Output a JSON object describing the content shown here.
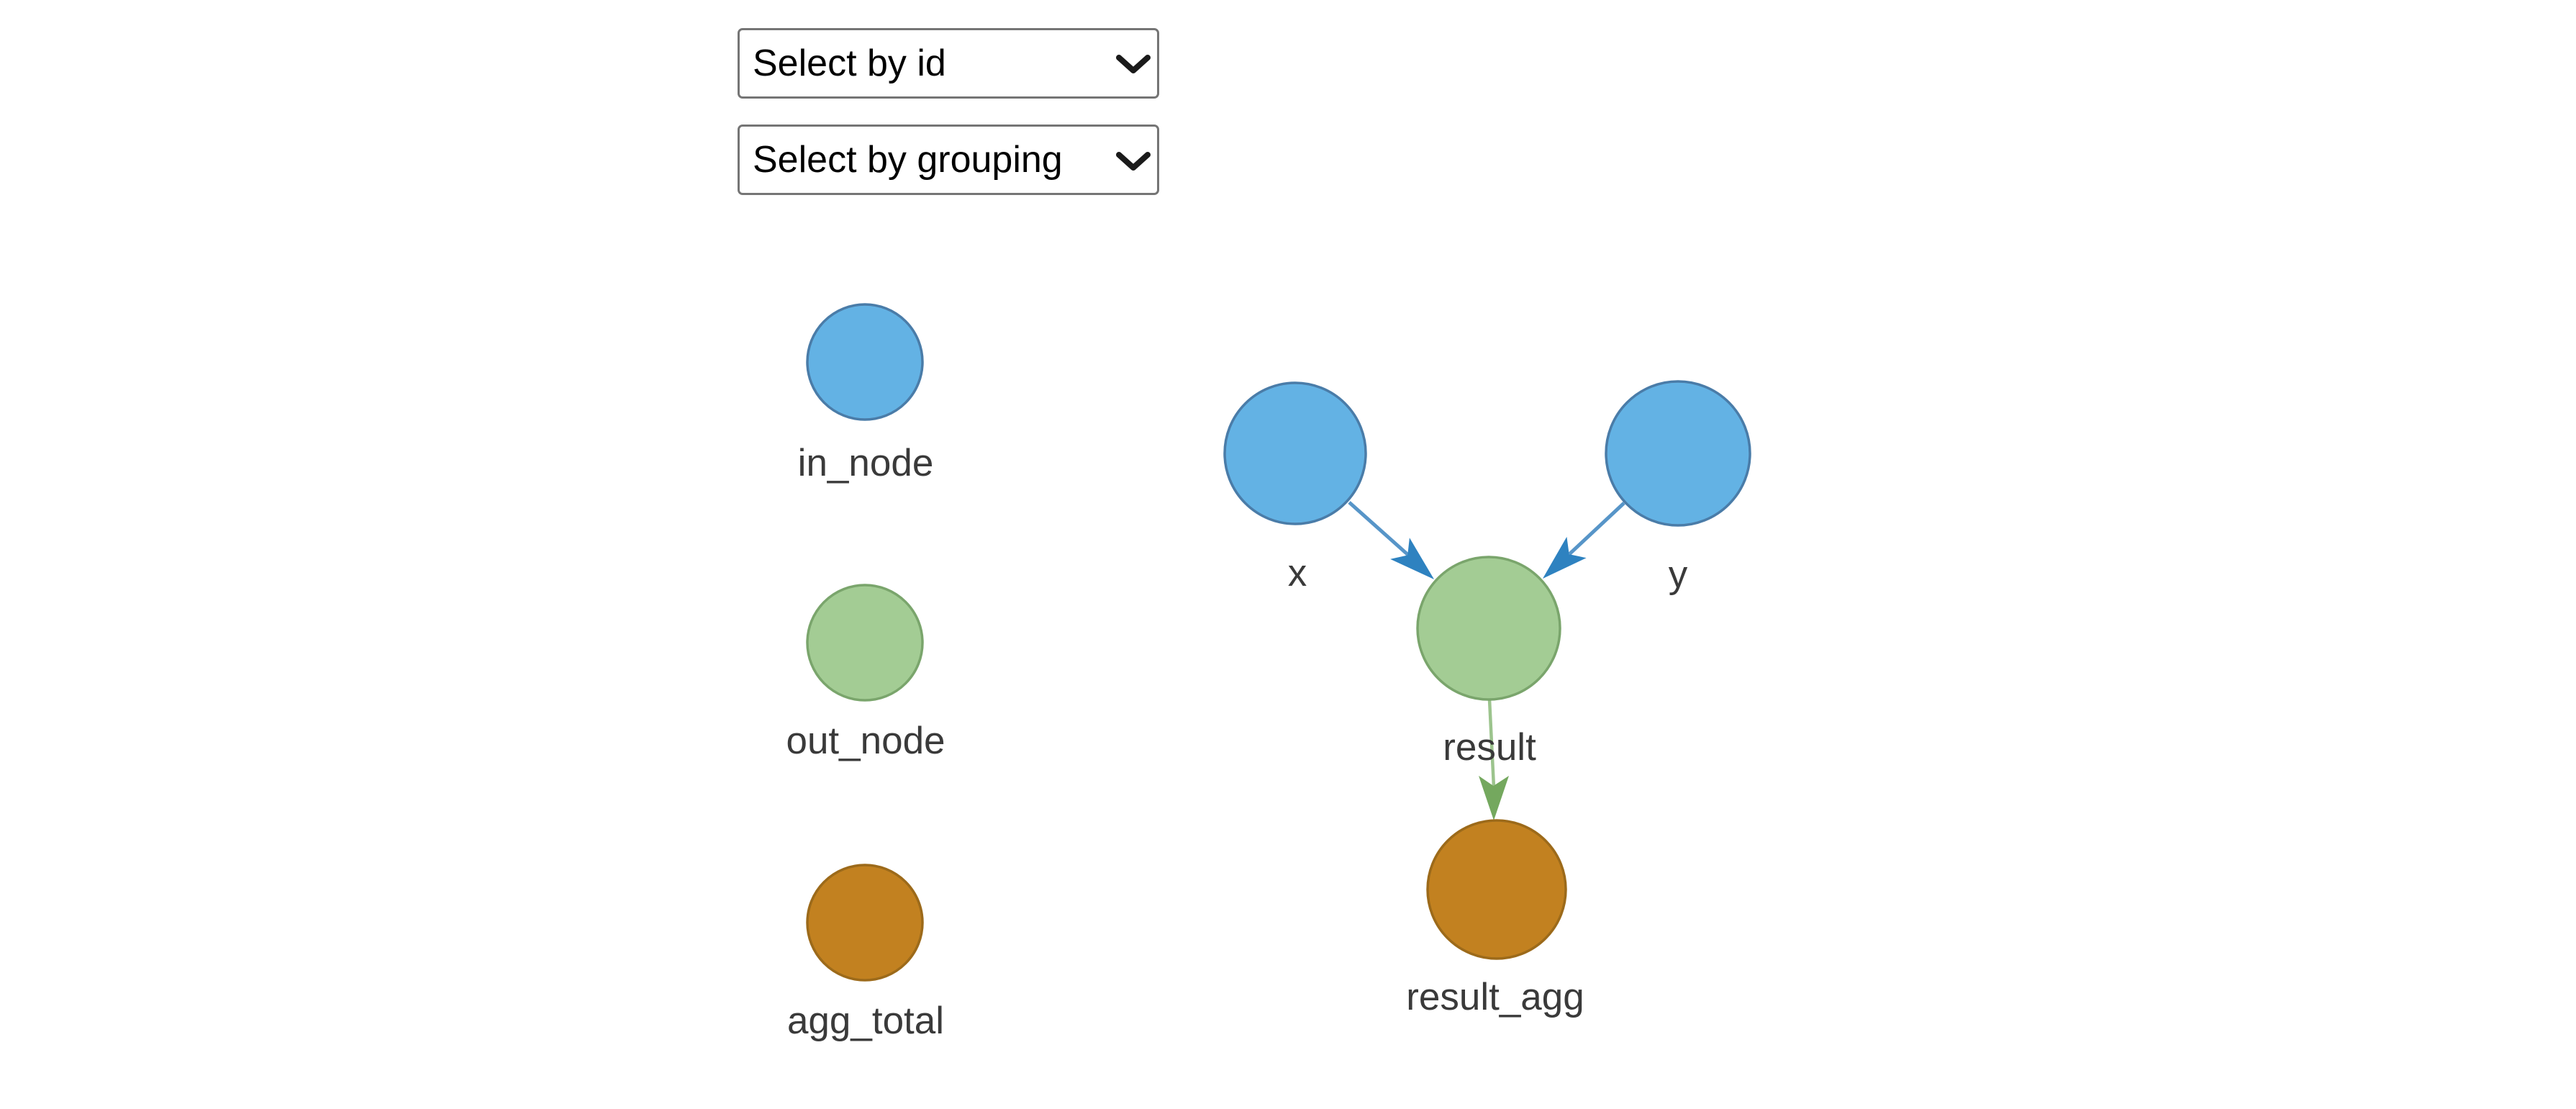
{
  "controls": {
    "select_by_id": {
      "selected": "Select by id"
    },
    "select_by_grouping": {
      "selected": "Select by grouping"
    }
  },
  "legend": {
    "items": [
      {
        "label": "in_node",
        "fill": "#63B2E4",
        "stroke": "#4A7CA8"
      },
      {
        "label": "out_node",
        "fill": "#A3CC94",
        "stroke": "#7AA56C"
      },
      {
        "label": "agg_total",
        "fill": "#C28120",
        "stroke": "#9C6A1A"
      }
    ]
  },
  "graph": {
    "nodes": [
      {
        "id": "x",
        "label": "x",
        "group": "in_node"
      },
      {
        "id": "y",
        "label": "y",
        "group": "in_node"
      },
      {
        "id": "result",
        "label": "result",
        "group": "out_node"
      },
      {
        "id": "result_agg",
        "label": "result_agg",
        "group": "agg_total"
      }
    ],
    "edges": [
      {
        "from": "x",
        "to": "result"
      },
      {
        "from": "y",
        "to": "result"
      },
      {
        "from": "result",
        "to": "result_agg"
      }
    ]
  },
  "colors": {
    "edge_in_line": "#5795C8",
    "edge_in_head": "#2E82C0",
    "edge_out_line": "#9CC48D",
    "edge_out_head": "#74A85E",
    "chevron": "#1A1A1A",
    "label": "#3A3A3A"
  }
}
